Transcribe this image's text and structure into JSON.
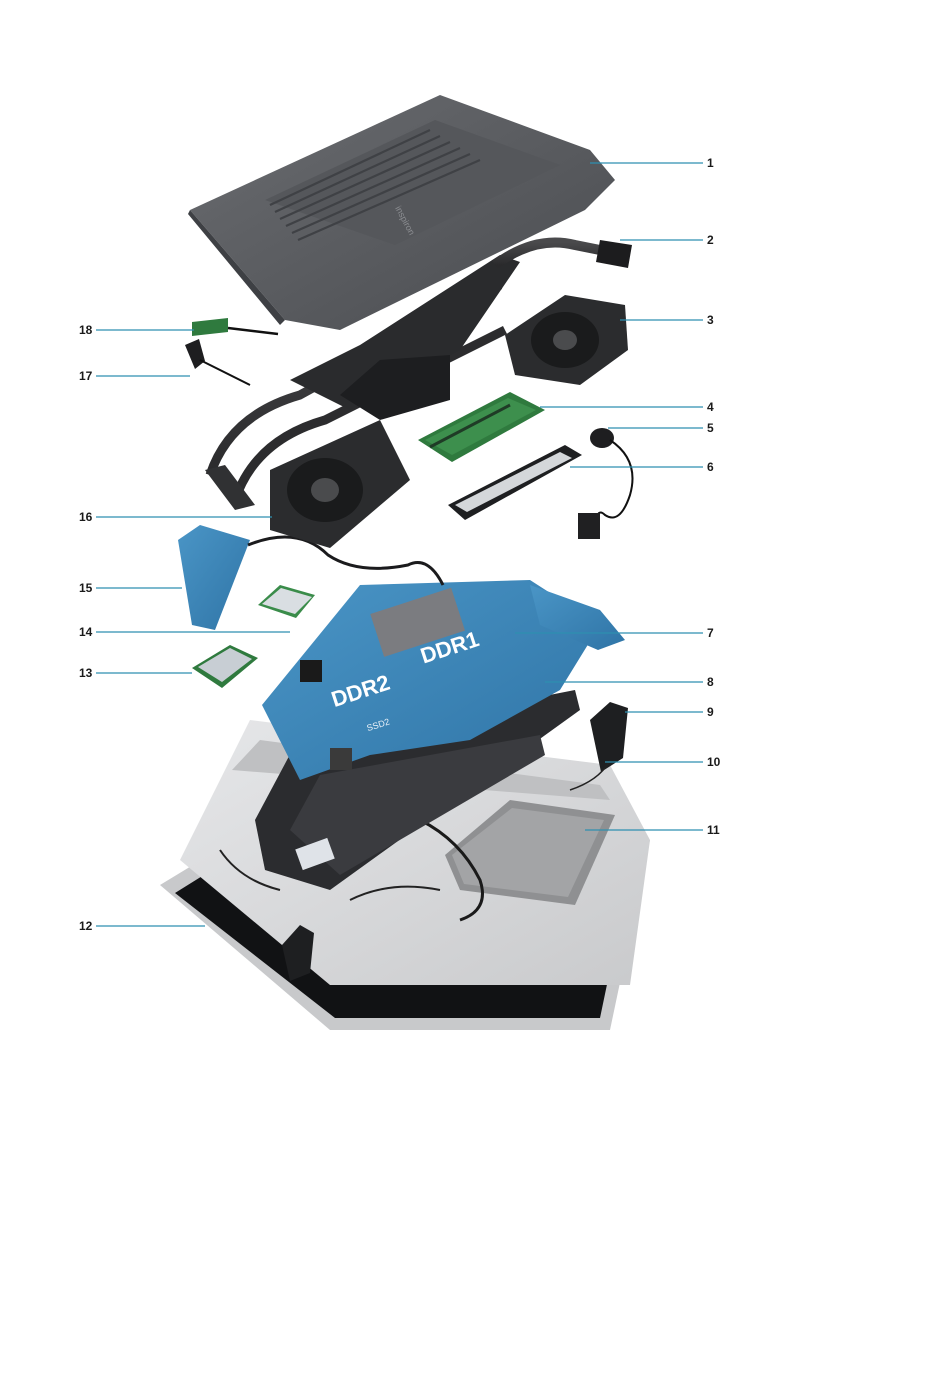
{
  "diagram": {
    "colors": {
      "leader": "#2e8fb0",
      "board_blue": "#3b86b8",
      "aluminum": "#5b5d60",
      "palmrest": "#d9dadc"
    },
    "components": [
      {
        "id": "1",
        "icon": "base-cover-icon"
      },
      {
        "id": "2",
        "icon": "heat-pipe-right-icon"
      },
      {
        "id": "3",
        "icon": "fan-right-icon"
      },
      {
        "id": "4",
        "icon": "memory-module-icon"
      },
      {
        "id": "5",
        "icon": "power-adapter-port-icon"
      },
      {
        "id": "6",
        "icon": "ssd-icon"
      },
      {
        "id": "7",
        "icon": "system-board-icon"
      },
      {
        "id": "8",
        "icon": "battery-icon"
      },
      {
        "id": "9",
        "icon": "speaker-right-icon"
      },
      {
        "id": "10",
        "icon": "palm-rest-icon"
      },
      {
        "id": "11",
        "icon": "touchpad-icon"
      },
      {
        "id": "12",
        "icon": "display-assembly-icon"
      },
      {
        "id": "13",
        "icon": "wireless-card-icon"
      },
      {
        "id": "14",
        "icon": "wwan-card-icon"
      },
      {
        "id": "15",
        "icon": "io-board-icon"
      },
      {
        "id": "16",
        "icon": "fan-left-icon"
      },
      {
        "id": "17",
        "icon": "power-button-icon"
      },
      {
        "id": "18",
        "icon": "fingerprint-board-icon"
      }
    ],
    "base_cover_text": "inspiron",
    "memory_labels": [
      "DDR1",
      "DDR2",
      "SSD2"
    ]
  }
}
